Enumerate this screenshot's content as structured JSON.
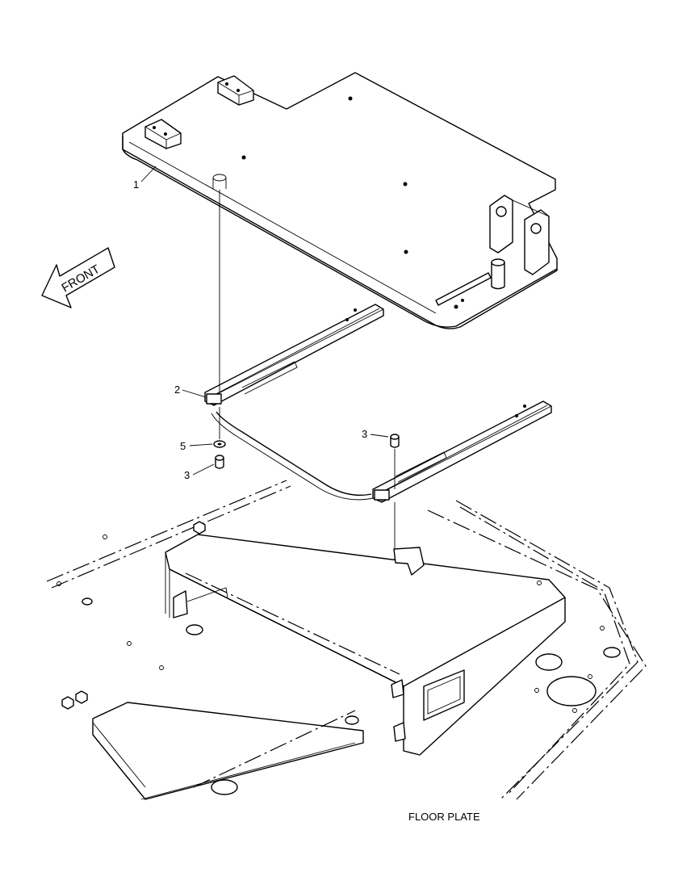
{
  "direction_label": "FRONT",
  "callouts": {
    "c1": "1",
    "c2": "2",
    "c3a": "3",
    "c3b": "3",
    "c5": "5"
  },
  "caption": "FLOOR PLATE"
}
